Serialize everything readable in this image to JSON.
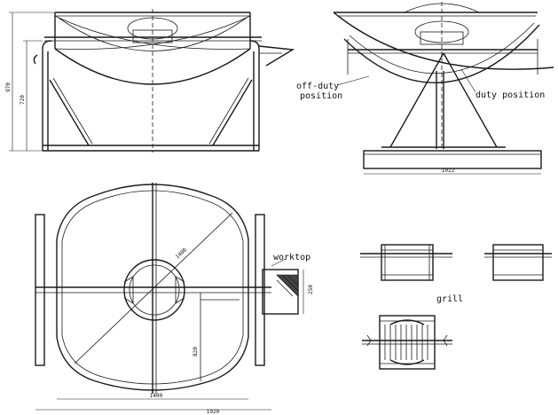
{
  "labels": {
    "off_duty": [
      "off-duty",
      "position"
    ],
    "duty": "duty position",
    "worktop": "worktop",
    "grill": "grill"
  },
  "dimensions": {
    "side_height_total": "970",
    "side_height_inner": "720",
    "front_base_width": "1022",
    "plan_diameter": "1400",
    "plan_half_depth": "820",
    "plan_inner_width": "1400",
    "plan_overall_width": "1920",
    "worktop_depth": "250"
  }
}
